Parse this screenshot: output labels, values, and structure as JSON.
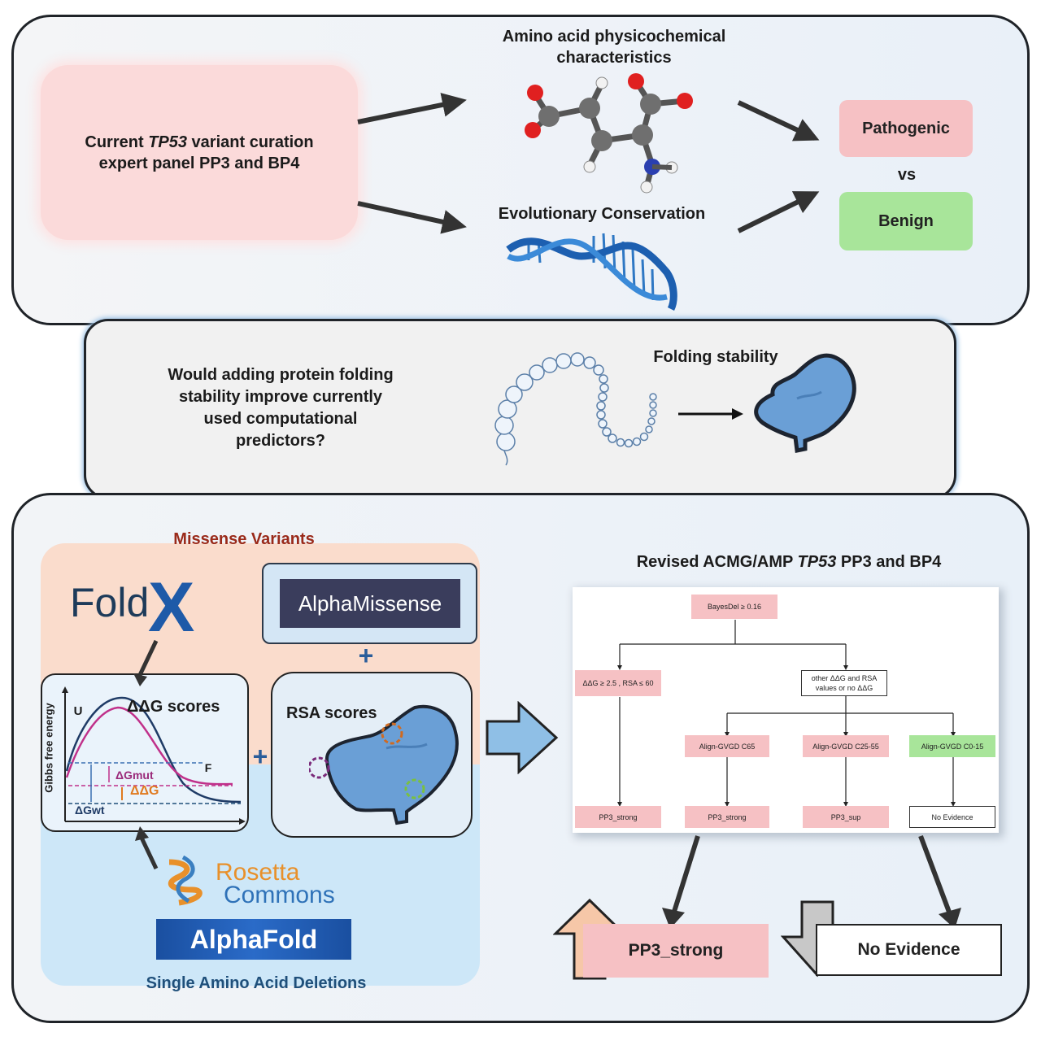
{
  "panel1": {
    "intro_pre": "Current ",
    "intro_gene": "TP53",
    "intro_post": " variant curation expert panel PP3 and BP4",
    "amino_title": "Amino acid physicochemical characteristics",
    "evo_title": "Evolutionary Conservation",
    "pathogenic": "Pathogenic",
    "vs": "vs",
    "benign": "Benign"
  },
  "panel2": {
    "question": "Would adding protein folding stability improve currently used computational predictors?",
    "folding_label": "Folding stability"
  },
  "panel3": {
    "missense_title": "Missense Variants",
    "deletions_title": "Single Amino Acid Deletions",
    "foldx_text": "Fold",
    "foldx_x": "X",
    "alphamissense": "AlphaMissense",
    "ddg_scores": "ΔΔG scores",
    "rsa_scores": "RSA scores",
    "energy": {
      "ylabel": "Gibbs free energy",
      "u": "U",
      "f": "F",
      "dgmut": "ΔGmut",
      "ddg": "ΔΔG",
      "dgwt": "ΔGwt"
    },
    "rosetta_line1": "Rosetta",
    "rosetta_line2": "Commons",
    "alphafold": "AlphaFold",
    "plus": "+",
    "revised_pre": "Revised ACMG/AMP  ",
    "revised_gene": "TP53",
    "revised_post": " PP3 and BP4",
    "flow": {
      "root": "BayesDel ≥ 0.16",
      "left": "ΔΔG ≥ 2.5 , RSA ≤ 60",
      "middle": "other ΔΔG and RSA values or no ΔΔG",
      "c65": "Align-GVGD C65",
      "c25": "Align-GVGD C25-55",
      "c0": "Align-GVGD C0-15",
      "out1": "PP3_strong",
      "out2": "PP3_strong",
      "out3": "PP3_sup",
      "out4": "No Evidence"
    },
    "result_up": "PP3_strong",
    "result_down": "No Evidence"
  },
  "colors": {
    "panel_bg": "#eaf1f8",
    "pink": "#f6c1c4",
    "green": "#a8e59a",
    "protein_blue": "#6a9fd6",
    "missense_red": "#9a2a1a",
    "deletion_blue": "#1f4f7a"
  }
}
